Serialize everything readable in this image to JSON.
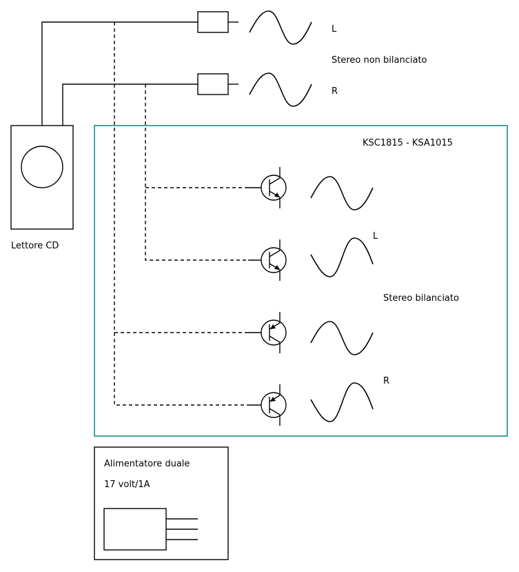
{
  "colors": {
    "line": "#000000",
    "amp_border": "#1a8a8a",
    "background": "#ffffff"
  },
  "cd_player": {
    "label": "Lettore CD"
  },
  "unbalanced_output": {
    "title": "Stereo non bilanciato",
    "channels": [
      "L",
      "R"
    ]
  },
  "amplifier": {
    "title": "KSC1815 -  KSA1015",
    "output_title": "Stereo bilanciato",
    "channel_labels": [
      "L",
      "R"
    ],
    "transistors": [
      {
        "type": "NPN",
        "wave_phase": "positive"
      },
      {
        "type": "NPN",
        "wave_phase": "inverted"
      },
      {
        "type": "PNP",
        "wave_phase": "positive"
      },
      {
        "type": "PNP",
        "wave_phase": "inverted"
      }
    ]
  },
  "power_supply": {
    "title": "Alimentatore duale",
    "rating": "17 volt/1A",
    "terminals": 3
  }
}
